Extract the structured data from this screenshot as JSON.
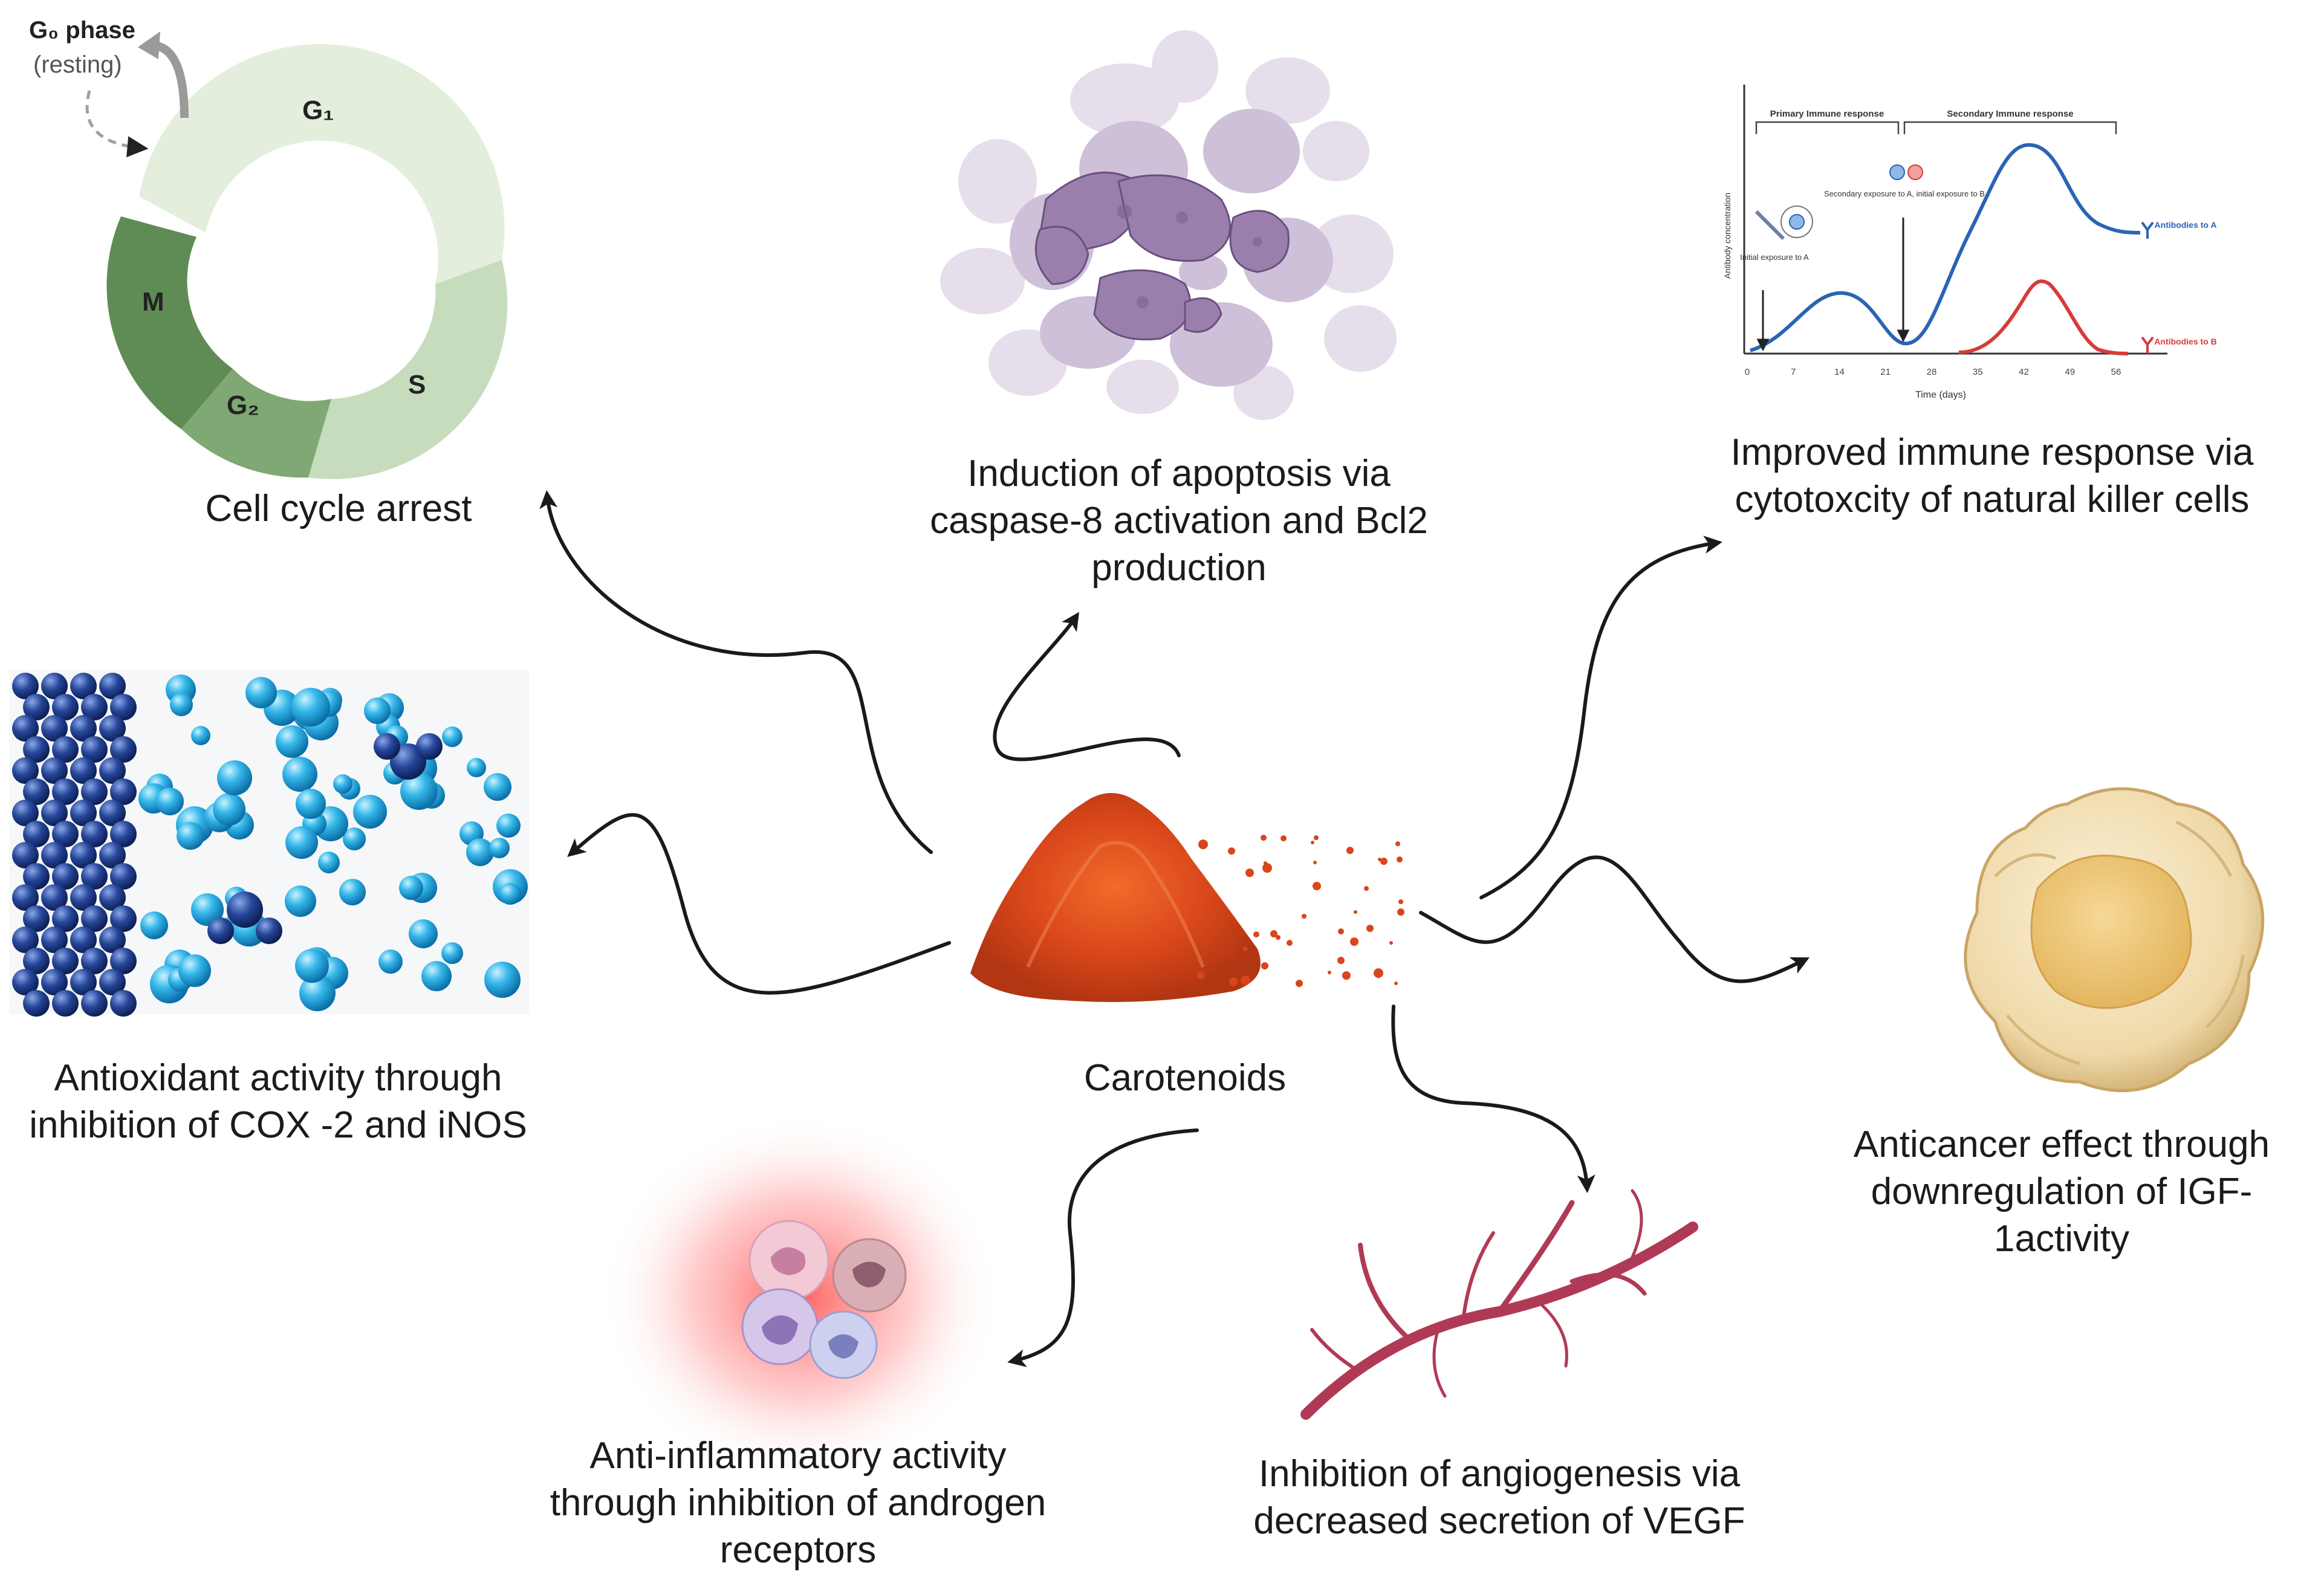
{
  "center": {
    "label": "Carotenoids"
  },
  "cell_cycle": {
    "caption": "Cell cycle arrest",
    "g0_label": "G₀ phase",
    "g0_sub": "(resting)",
    "phases": {
      "g1": "G₁",
      "s": "S",
      "g2": "G₂",
      "m": "M"
    }
  },
  "apoptosis": {
    "caption": "Induction of apoptosis via caspase-8 activation and Bcl2 production"
  },
  "immune": {
    "caption": "Improved immune response via cytotoxcity of natural killer cells",
    "chart": {
      "primary_label": "Primary Immune response",
      "secondary_label": "Secondary Immune response",
      "ylabel": "Antibody concentration",
      "xlabel": "Time (days)",
      "x_ticks": [
        "0",
        "7",
        "14",
        "21",
        "28",
        "35",
        "42",
        "49",
        "56"
      ],
      "annot_initial": "Initial exposure to A",
      "annot_secondary": "Secondary exposure to A, initial exposure to B",
      "legend_a": "Antibodies to A",
      "legend_b": "Antibodies to B",
      "color_a": "#2a64b4",
      "color_b": "#d83a3a"
    }
  },
  "antioxidant": {
    "caption": "Antioxidant activity through inhibition of COX -2 and iNOS"
  },
  "anticancer": {
    "caption": "Anticancer effect  through downregulation of IGF-1activity"
  },
  "antiinflammatory": {
    "caption": "Anti-inflammatory activity through inhibition of androgen receptors"
  },
  "angiogenesis": {
    "caption": "Inhibition of angiogenesis via decreased secretion of VEGF"
  }
}
